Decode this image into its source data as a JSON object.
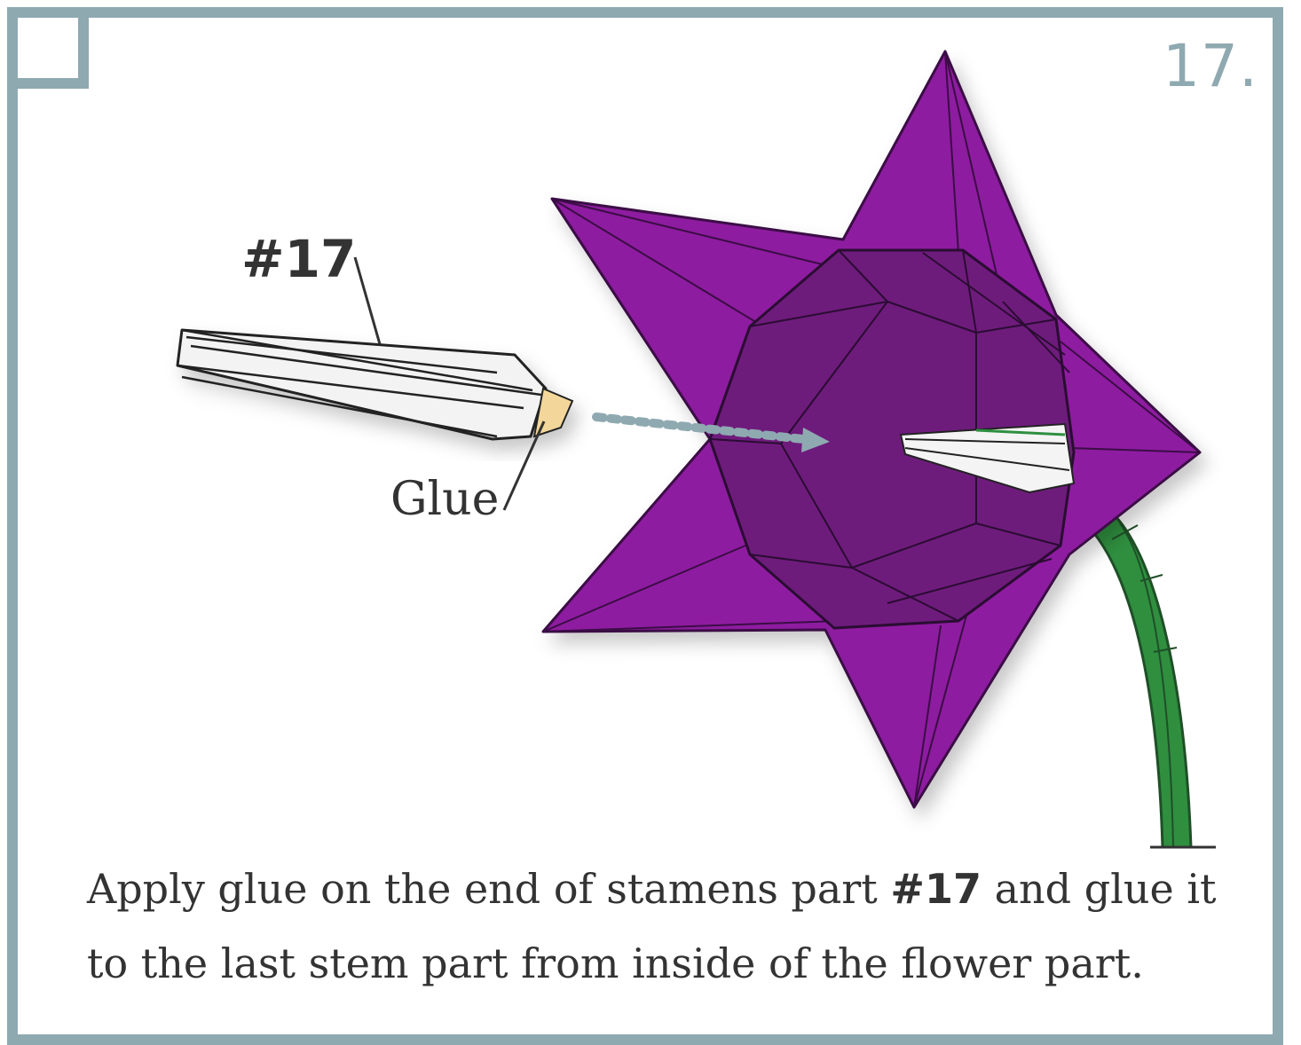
{
  "step": {
    "number": "17."
  },
  "labels": {
    "part": "#17",
    "glue": "Glue"
  },
  "caption": {
    "part_1": "Apply glue on the end of stamens part ",
    "bold_part": "#17",
    "part_2": " and glue it to the last stem part from inside of the flower part."
  },
  "colors": {
    "frame": "#8fa9b1",
    "petal": "#8e1ea0",
    "petal_inner": "#6e1a7c",
    "stem": "#2f8f3f",
    "glue_tip": "#f3d79a",
    "arrow": "#8fa9b1"
  }
}
